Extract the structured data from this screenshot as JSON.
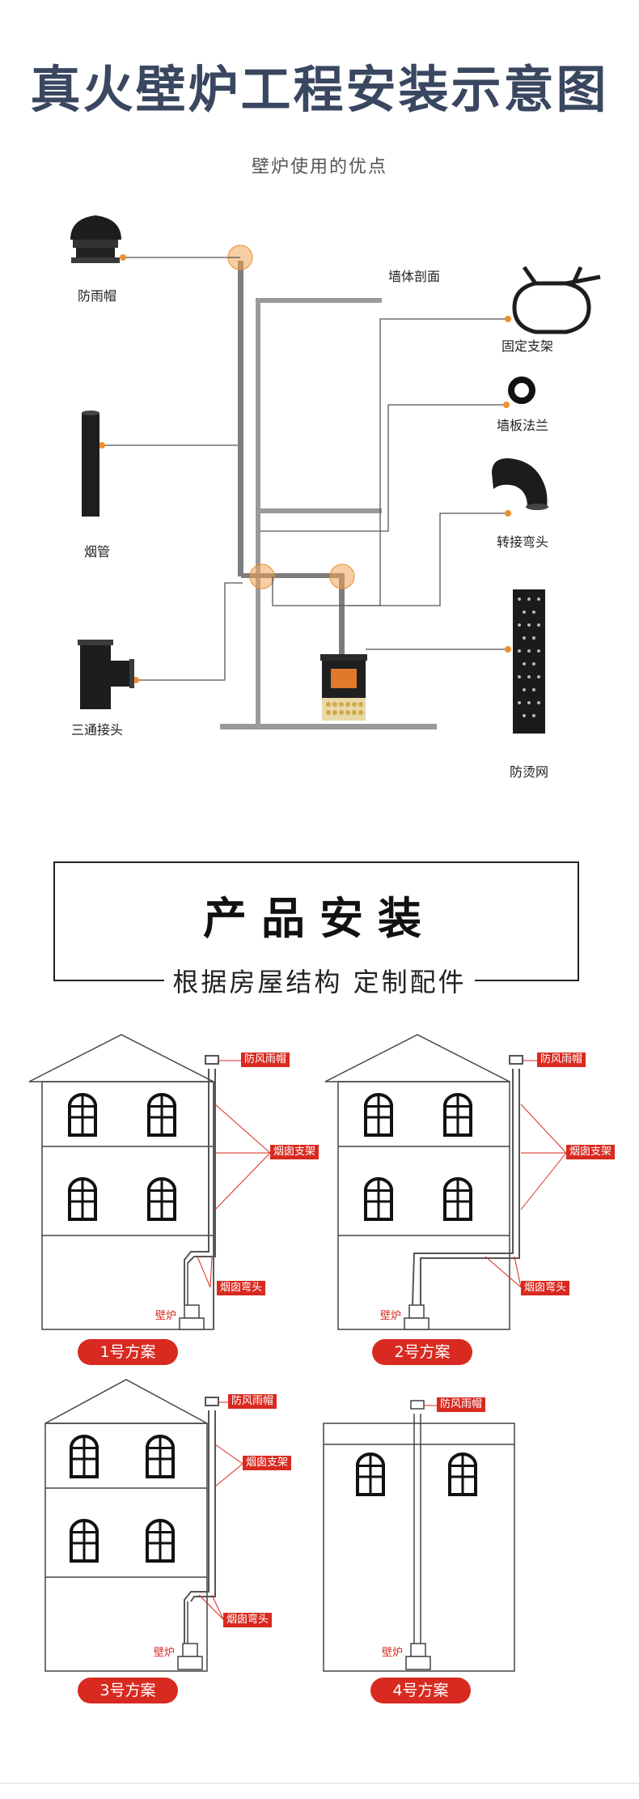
{
  "header": {
    "title": "真火壁炉工程安装示意图",
    "subtitle": "壁炉使用的优点"
  },
  "diagram": {
    "labels": {
      "rain_cap": "防雨帽",
      "chimney_pipe": "烟管",
      "tee": "三通接头",
      "wall_section": "墙体剖面",
      "bracket": "固定支架",
      "flange": "墙板法兰",
      "elbow": "转接弯头",
      "guard": "防烫网"
    },
    "colors": {
      "accent": "#f0902a",
      "line": "#555555",
      "wall": "#9a9a9a"
    }
  },
  "install": {
    "title": "产品安装",
    "subtitle": "根据房屋结构 定制配件",
    "colors": {
      "tag": "#d82a20"
    },
    "plans": [
      {
        "name": "1号方案",
        "tags": {
          "cap": "防风雨帽",
          "support": "烟囱支架",
          "elbow": "烟囱弯头"
        },
        "stove": "壁炉"
      },
      {
        "name": "2号方案",
        "tags": {
          "cap": "防风雨帽",
          "support": "烟囱支架",
          "elbow": "烟囱弯头"
        },
        "stove": "壁炉"
      },
      {
        "name": "3号方案",
        "tags": {
          "cap": "防风雨帽",
          "support": "烟囱支架",
          "elbow": "烟囱弯头"
        },
        "stove": "壁炉"
      },
      {
        "name": "4号方案",
        "tags": {
          "cap": "防风雨帽"
        },
        "stove": "壁炉"
      }
    ]
  }
}
